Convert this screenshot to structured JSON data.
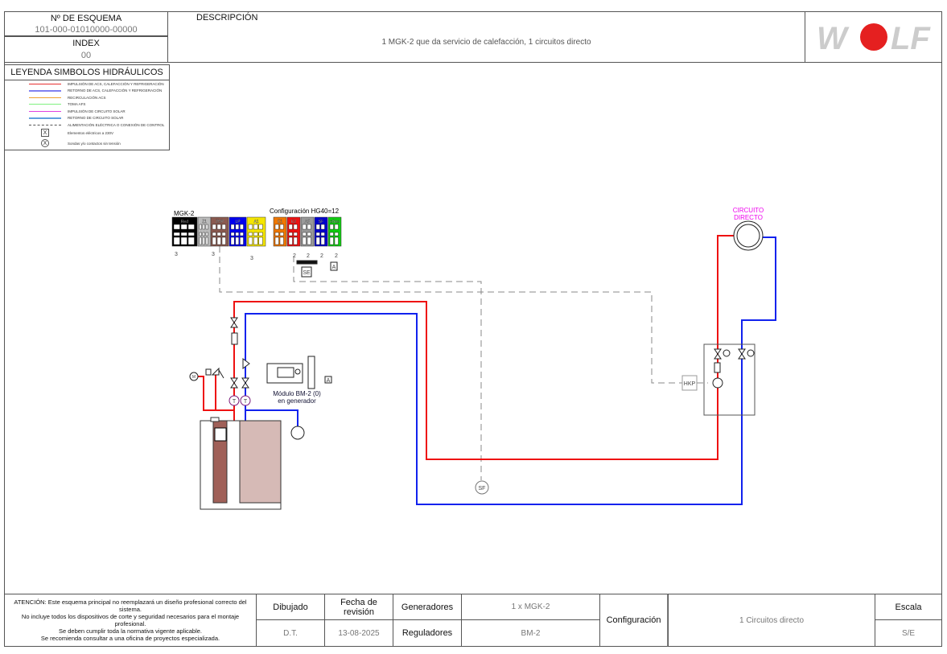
{
  "header": {
    "scheme_label": "Nº DE ESQUEMA",
    "scheme_value": "101-000-01010000-00000",
    "index_label": "INDEX",
    "index_value": "00",
    "description_label": "DESCRIPCIÓN",
    "description_value": "1 MGK-2 que da servicio de calefacción, 1 circuitos directo",
    "logo": "WOLF"
  },
  "legend": {
    "title": "LEYENDA SIMBOLOS HIDRÁULICOS",
    "items": [
      {
        "label": "IMPULSIÓN DE ACS, CALEFACCIÓN Y REFRIGERACIÓN",
        "color": "#e83030"
      },
      {
        "label": "RETORNO DE ACS, CALEFACCIÓN Y REFRIGERACIÓN",
        "color": "#8080f0"
      },
      {
        "label": "RECIRCULACIÓN ACS",
        "color": "#f0a030"
      },
      {
        "label": "TOMA AFS",
        "color": "#80f080"
      },
      {
        "label": "IMPULSIÓN DE CIRCUITO SOLAR",
        "color": "#e040e0"
      },
      {
        "label": "RETORNO DE CIRCUITO SOLAR",
        "color": "#60a0e0"
      },
      {
        "label": "ALIMENTACIÓN ELÉCTRICA O CONEXIÓN DE CONTROL",
        "color": "#555555"
      },
      {
        "label": "Elementos eléctricos a 230V",
        "symbol": "X"
      },
      {
        "label": "Sondas y/o contactos sin tensión",
        "symbol": "X"
      }
    ]
  },
  "diagram": {
    "mgk_label": "MGK-2",
    "config_label": "Configuración HG40=12",
    "mgk_terminals": [
      {
        "name": "Red",
        "color": "#000000"
      },
      {
        "name": "Z1",
        "color": "#bbbbbb"
      },
      {
        "name": "ZHP",
        "color": "#8a5a50"
      },
      {
        "name": "LP",
        "color": "#0000ee"
      },
      {
        "name": "A1",
        "color": "#f5e600"
      }
    ],
    "config_terminals": [
      {
        "name": "E1",
        "color": "#f07800"
      },
      {
        "name": "E2",
        "color": "#ee1111"
      },
      {
        "name": "AF",
        "color": "#999999"
      },
      {
        "name": "SF",
        "color": "#0000cc"
      },
      {
        "name": "eBus",
        "color": "#11cc11"
      }
    ],
    "wire_count_3": "3",
    "wire_count_2": "2",
    "se_label": "SE",
    "a_label": "A",
    "sf_label": "SF",
    "hkp_label": "HKP",
    "m_label": "M",
    "t_label": "T",
    "module_label_1": "Módulo BM-2 (0)",
    "module_label_2": "en generador",
    "circuit_label_1": "CIRCUITO",
    "circuit_label_2": "DIRECTO",
    "colors": {
      "supply": "#ee1111",
      "return": "#1122ee",
      "control": "#888888",
      "circuit_text": "#ee00ee"
    }
  },
  "footer": {
    "notice": [
      "ATENCIÓN: Este esquema principal no reemplazará un diseño profesional correcto del sistema.",
      "No incluye todos los dispositivos de corte y seguridad necesarios para el montaje profesional.",
      "Se deben cumplir toda la normativa vigente aplicable.",
      "Se recomienda consultar a una oficina de proyectos especializada."
    ],
    "drawn_label": "Dibujado",
    "drawn_value": "D.T.",
    "date_label": "Fecha de revisión",
    "date_value": "13-08-2025",
    "generators_label": "Generadores",
    "generators_value": "1 x MGK-2",
    "regulators_label": "Reguladores",
    "regulators_value": "BM-2",
    "config_label": "Configuración",
    "config_value": "1 Circuitos directo",
    "scale_label": "Escala",
    "scale_value": "S/E"
  }
}
